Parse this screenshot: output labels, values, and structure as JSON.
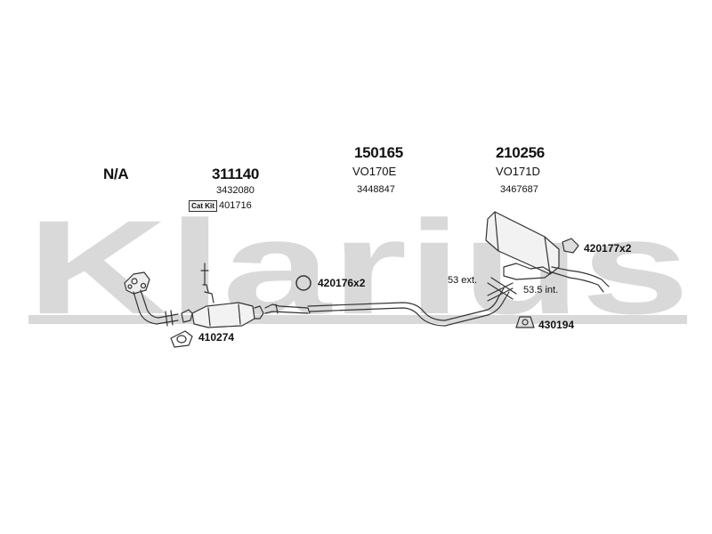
{
  "watermark": {
    "text": "Klarius"
  },
  "header": {
    "col1": {
      "code": "N/A"
    },
    "col2": {
      "code": "311140",
      "ref": "3432080"
    },
    "col3": {
      "code": "150165",
      "sub": "VO170E",
      "ref": "3448847"
    },
    "col4": {
      "code": "210256",
      "sub": "VO171D",
      "ref": "3467687"
    }
  },
  "parts": {
    "catkit_label": "Cat Kit",
    "catkit_code": "401716",
    "gasket_front": "410274",
    "ring_mid": "420176x2",
    "rubber_rear": "420177x2",
    "mount_rear": "430194"
  },
  "dimensions": {
    "ext": "53 ext.",
    "int": "53.5 int."
  }
}
